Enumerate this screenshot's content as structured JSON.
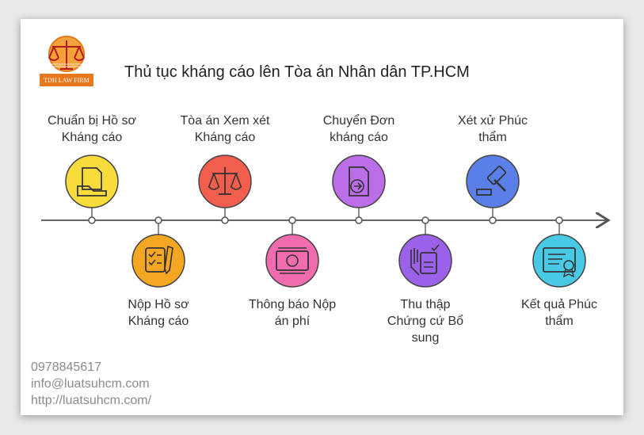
{
  "logo": {
    "text": "TDH LAW FIRM"
  },
  "title": "Thủ tục kháng cáo lên Tòa án Nhân dân TP.HCM",
  "steps": [
    {
      "label_lines": [
        "Chuẩn bị Hồ sơ",
        "Kháng cáo"
      ],
      "color": "#f7dc3c",
      "icon": "document-hand-icon",
      "position": "top"
    },
    {
      "label_lines": [
        "Nộp Hồ sơ",
        "Kháng cáo"
      ],
      "color": "#f5a623",
      "icon": "checklist-pen-icon",
      "position": "bottom"
    },
    {
      "label_lines": [
        "Tòa án Xem xét",
        "Kháng cáo"
      ],
      "color": "#f25f4f",
      "icon": "scales-icon",
      "position": "top"
    },
    {
      "label_lines": [
        "Thông báo Nộp",
        "án phí"
      ],
      "color": "#f06cae",
      "icon": "money-icon",
      "position": "bottom"
    },
    {
      "label_lines": [
        "Chuyển Đơn",
        "kháng cáo"
      ],
      "color": "#bb6ee8",
      "icon": "document-forward-icon",
      "position": "top"
    },
    {
      "label_lines": [
        "Thu thập",
        "Chứng cứ Bổ",
        "sung"
      ],
      "color": "#9b61e8",
      "icon": "evidence-hand-icon",
      "position": "bottom"
    },
    {
      "label_lines": [
        "Xét xử Phúc",
        "thẩm"
      ],
      "color": "#5b7fe8",
      "icon": "gavel-icon",
      "position": "top"
    },
    {
      "label_lines": [
        "Kết quả Phúc",
        "thẩm"
      ],
      "color": "#48c9e6",
      "icon": "certificate-icon",
      "position": "bottom"
    }
  ],
  "contact": {
    "phone": "0978845617",
    "email": "info@luatsuhcm.com",
    "website": "http://luatsuhcm.com/"
  }
}
